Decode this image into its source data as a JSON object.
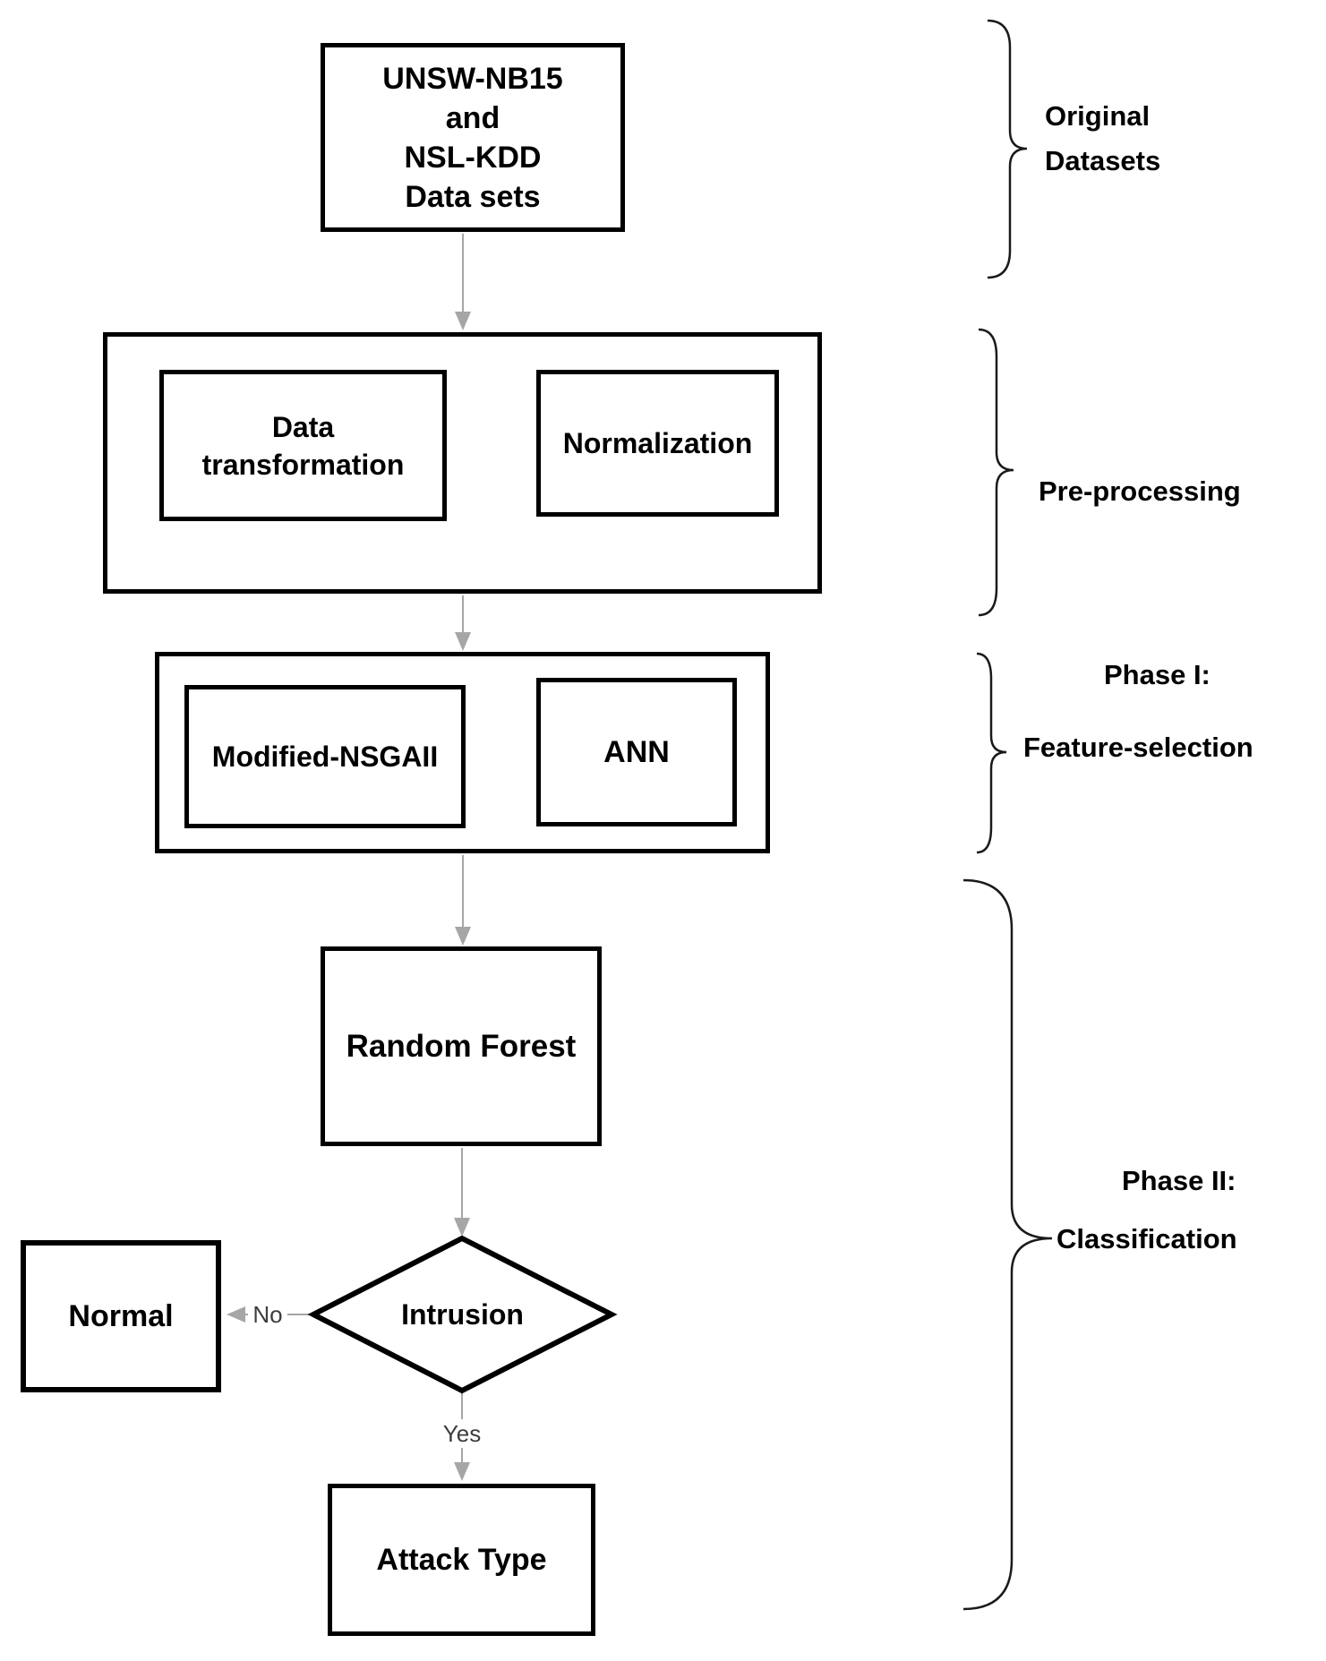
{
  "diagram": {
    "nodes": {
      "datasets": {
        "line1": "UNSW-NB15",
        "line2": "and",
        "line3": "NSL-KDD",
        "line4": "Data sets"
      },
      "data_transformation": {
        "line1": "Data",
        "line2": "transformation"
      },
      "normalization": {
        "label": "Normalization"
      },
      "modified_nsgaii": {
        "label": "Modified-NSGAII"
      },
      "ann": {
        "label": "ANN"
      },
      "random_forest": {
        "label": "Random Forest"
      },
      "intrusion": {
        "label": "Intrusion"
      },
      "normal": {
        "label": "Normal"
      },
      "attack_type": {
        "label": "Attack Type"
      }
    },
    "edges": {
      "no": "No",
      "yes": "Yes"
    },
    "annotations": {
      "original_datasets": {
        "line1": "Original",
        "line2": "Datasets"
      },
      "pre_processing": {
        "line1": "Pre-processing"
      },
      "phase1": {
        "line1": "Phase I:",
        "line2": "Feature-selection"
      },
      "phase2": {
        "line1": "Phase II:",
        "line2": "Classification"
      }
    },
    "colors": {
      "box_border": "#000000",
      "arrow": "#a6a6a6",
      "brace": "#1a1a1a",
      "text": "#000000",
      "background": "#ffffff"
    }
  }
}
